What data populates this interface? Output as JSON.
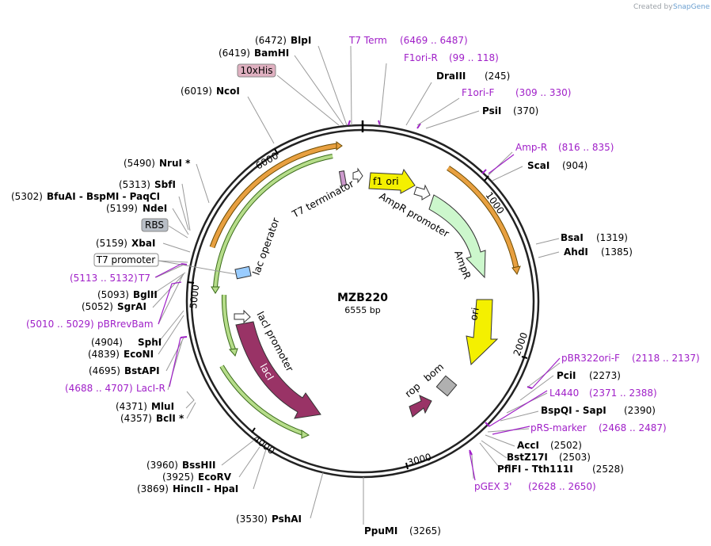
{
  "plasmid": {
    "name": "MZB220",
    "length_label": "6555 bp",
    "length": 6555
  },
  "credit": {
    "created_by": "Created by",
    "brand": "SnapGene"
  },
  "ruler_ticks": [
    "1000",
    "2000",
    "3000",
    "4000",
    "5000",
    "6000"
  ],
  "features": [
    {
      "name": "f1 ori",
      "color": "#f4f000"
    },
    {
      "name": "AmpR promoter",
      "color": "#ffffff"
    },
    {
      "name": "AmpR",
      "color": "#ccf7cc"
    },
    {
      "name": "ori",
      "color": "#f4f000"
    },
    {
      "name": "rop",
      "color": "#993366"
    },
    {
      "name": "bom",
      "color": "#b0b0b0"
    },
    {
      "name": "lacI",
      "color": "#993366"
    },
    {
      "name": "lacI promoter",
      "color": "#ffffff"
    },
    {
      "name": "lac operator",
      "color": "#99ccff"
    },
    {
      "name": "T7 terminator",
      "color": "#c0c0c0"
    }
  ],
  "feature_boxes": {
    "his": "10xHis",
    "rbs": "RBS",
    "t7prom": "T7 promoter"
  },
  "sites": {
    "blpi": {
      "name": "BlpI",
      "pos": "(6472)"
    },
    "bamhi": {
      "name": "BamHI",
      "pos": "(6419)"
    },
    "ncoi": {
      "name": "NcoI",
      "pos": "(6019)"
    },
    "draiii": {
      "name": "DraIII",
      "pos": "(245)"
    },
    "psii": {
      "name": "PsiI",
      "pos": "(370)"
    },
    "scai": {
      "name": "ScaI",
      "pos": "(904)"
    },
    "bsai": {
      "name": "BsaI",
      "pos": "(1319)"
    },
    "ahdi": {
      "name": "AhdI",
      "pos": "(1385)"
    },
    "nrui": {
      "name": "NruI *",
      "pos": "(5490)"
    },
    "sbfi": {
      "name": "SbfI",
      "pos": "(5313)"
    },
    "bfuai": {
      "name": "BfuAI  -  BspMI  -  PaqCI",
      "pos": "(5302)"
    },
    "ndei": {
      "name": "NdeI",
      "pos": "(5199)"
    },
    "xbai": {
      "name": "XbaI",
      "pos": "(5159)"
    },
    "bglii": {
      "name": "BglII",
      "pos": "(5093)"
    },
    "sgrai": {
      "name": "SgrAI",
      "pos": "(5052)"
    },
    "sphi": {
      "name": "SphI",
      "pos": "(4904)"
    },
    "econi": {
      "name": "EcoNI",
      "pos": "(4839)"
    },
    "bstapi": {
      "name": "BstAPI",
      "pos": "(4695)"
    },
    "mlui": {
      "name": "MluI",
      "pos": "(4371)"
    },
    "bcli": {
      "name": "BclI *",
      "pos": "(4357)"
    },
    "pcii": {
      "name": "PciI",
      "pos": "(2273)"
    },
    "bspqi": {
      "name": "BspQI  -  SapI",
      "pos": "(2390)"
    },
    "acci": {
      "name": "AccI",
      "pos": "(2502)"
    },
    "bstz17i": {
      "name": "BstZ17I",
      "pos": "(2503)"
    },
    "pflfi": {
      "name": "PflFI  -  Tth111I",
      "pos": "(2528)"
    },
    "bsshii": {
      "name": "BssHII",
      "pos": "(3960)"
    },
    "ecorv": {
      "name": "EcoRV",
      "pos": "(3925)"
    },
    "hincii": {
      "name": "HincII  -  HpaI",
      "pos": "(3869)"
    },
    "pshai": {
      "name": "PshAI",
      "pos": "(3530)"
    },
    "ppumi": {
      "name": "PpuMI",
      "pos": "(3265)"
    }
  },
  "primers": {
    "t7term": {
      "name": "T7 Term",
      "range": "(6469 .. 6487)"
    },
    "f1orir": {
      "name": "F1ori-R",
      "range": "(99 .. 118)"
    },
    "f1orif": {
      "name": "F1ori-F",
      "range": "(309 .. 330)"
    },
    "ampr": {
      "name": "Amp-R",
      "range": "(816 .. 835)"
    },
    "t7": {
      "name": "T7",
      "range": "(5113 .. 5132)"
    },
    "pbrrevbam": {
      "name": "pBRrevBam",
      "range": "(5010 .. 5029)"
    },
    "lacir": {
      "name": "LacI-R",
      "range": "(4688 .. 4707)"
    },
    "pbr322orif": {
      "name": "pBR322ori-F",
      "range": "(2118 .. 2137)"
    },
    "l4440": {
      "name": "L4440",
      "range": "(2371 .. 2388)"
    },
    "prsmarker": {
      "name": "pRS-marker",
      "range": "(2468 .. 2487)"
    },
    "pgex3": {
      "name": "pGEX 3'",
      "range": "(2628 .. 2650)"
    }
  },
  "colors": {
    "backbone": "#222222",
    "primer": "#a020c8",
    "orange_arc": "#e8a040",
    "green_arc": "#7ab648",
    "lacI": "#993366",
    "yellow": "#f4f000",
    "ampr": "#ccf7cc"
  }
}
